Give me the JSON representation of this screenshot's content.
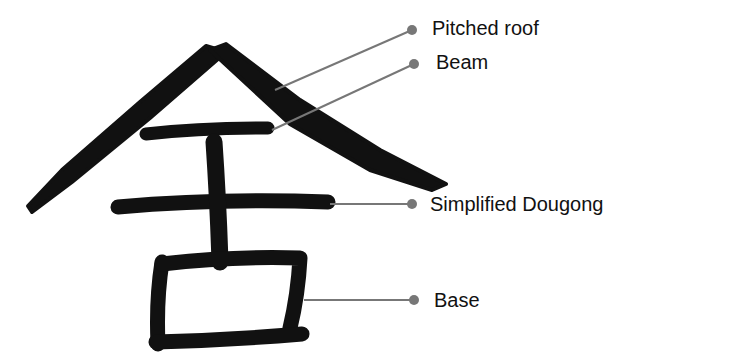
{
  "diagram": {
    "labels": [
      "Pitched roof",
      "Beam",
      "Simplified Dougong",
      "Base"
    ]
  }
}
